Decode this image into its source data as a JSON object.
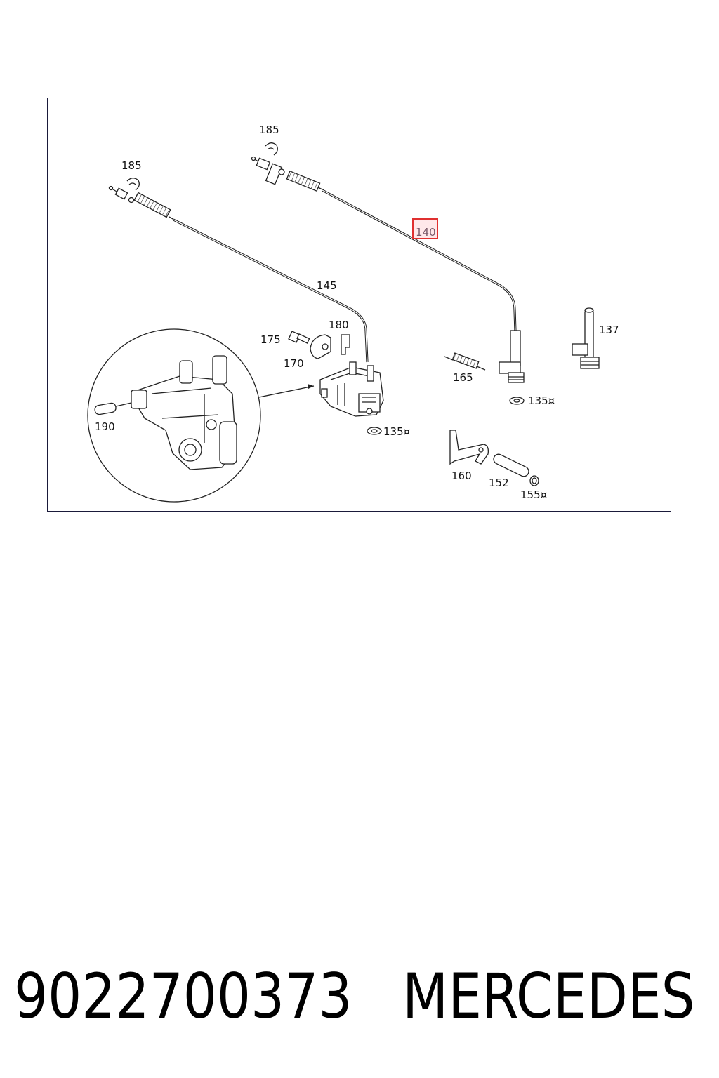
{
  "diagram": {
    "callouts": [
      {
        "id": "185a",
        "text": "185"
      },
      {
        "id": "185b",
        "text": "185"
      },
      {
        "id": "140",
        "text": "140",
        "highlighted": true
      },
      {
        "id": "145",
        "text": "145"
      },
      {
        "id": "180",
        "text": "180"
      },
      {
        "id": "175",
        "text": "175"
      },
      {
        "id": "170",
        "text": "170"
      },
      {
        "id": "137",
        "text": "137"
      },
      {
        "id": "165",
        "text": "165"
      },
      {
        "id": "135a",
        "text": "135¤"
      },
      {
        "id": "135b",
        "text": "135¤"
      },
      {
        "id": "190",
        "text": "190"
      },
      {
        "id": "160",
        "text": "160"
      },
      {
        "id": "152",
        "text": "152"
      },
      {
        "id": "155",
        "text": "155¤"
      }
    ],
    "highlight_color": "#e03030"
  },
  "footer": {
    "part_number": "9022700373",
    "brand": "MERCEDES"
  }
}
